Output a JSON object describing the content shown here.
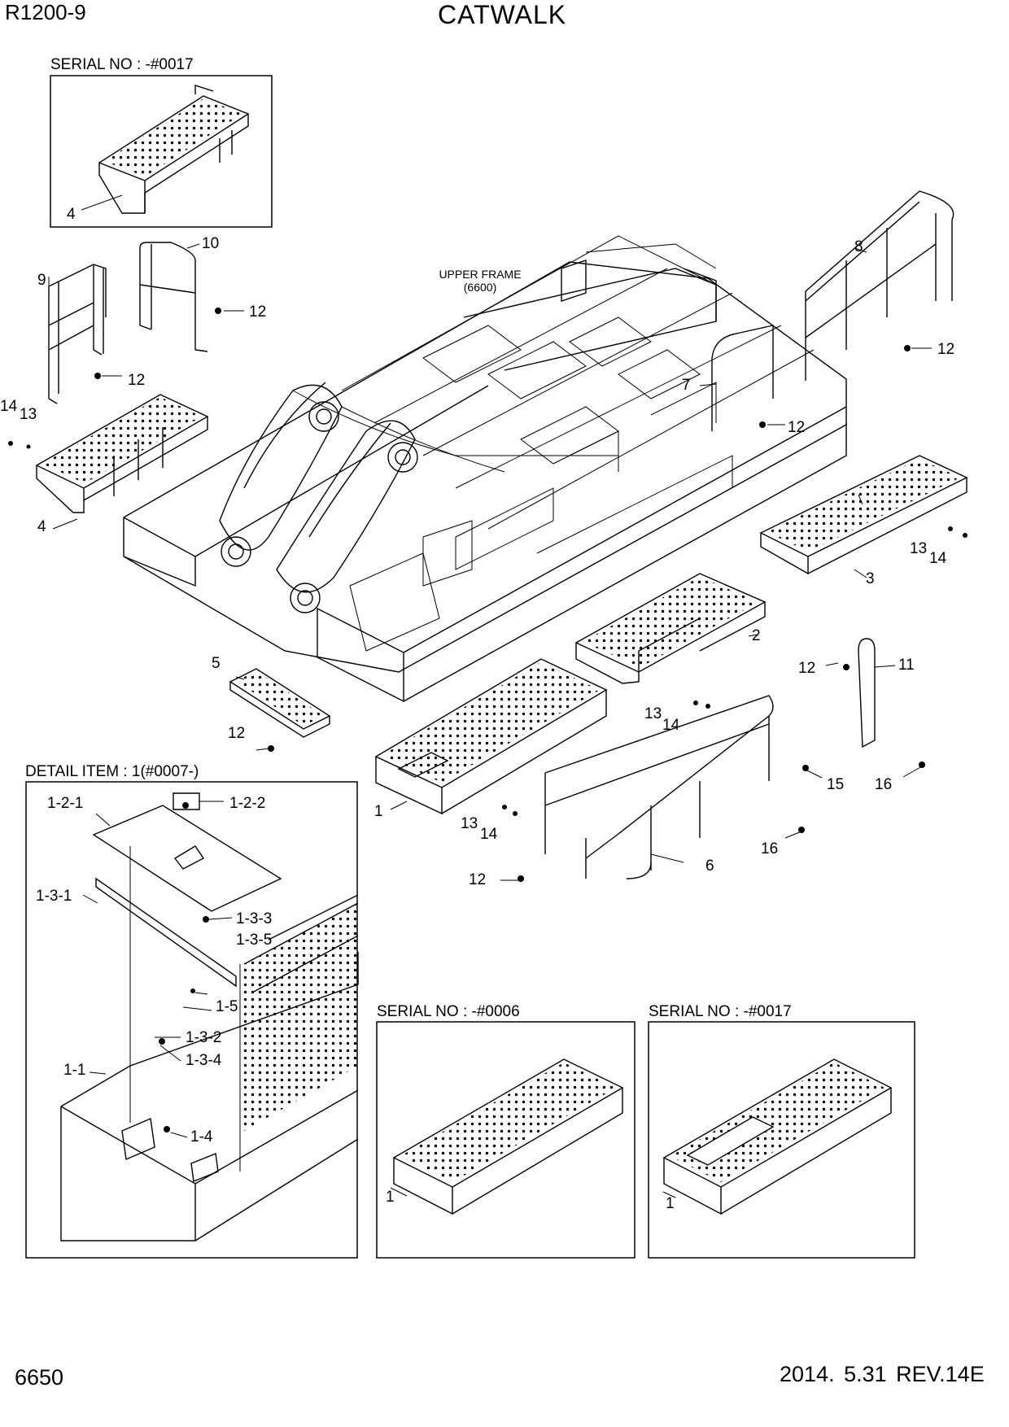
{
  "header": {
    "model": "R1200-9",
    "title": "CATWALK"
  },
  "footer": {
    "page_number": "6650",
    "date_rev": "2014. 5.31  REV.14E"
  },
  "insets": {
    "top_left": "SERIAL NO : -#0017",
    "detail": "DETAIL ITEM : 1(#0007-)",
    "bottom_mid": "SERIAL NO : -#0006",
    "bottom_right": "SERIAL NO : -#0017"
  },
  "upper_frame_label": {
    "line1": "UPPER FRAME",
    "line2": "(6600)"
  },
  "callouts": {
    "c1a": "1",
    "c1b": "1",
    "c1c": "1",
    "c2": "2",
    "c3": "3",
    "c4a": "4",
    "c4b": "4",
    "c5": "5",
    "c6": "6",
    "c7": "7",
    "c8": "8",
    "c9": "9",
    "c10": "10",
    "c11": "11",
    "c12a": "12",
    "c12b": "12",
    "c12c": "12",
    "c12d": "12",
    "c12e": "12",
    "c12f": "12",
    "c12g": "12",
    "c13a": "13",
    "c13b": "13",
    "c13c": "13",
    "c13d": "13",
    "c14a": "14",
    "c14b": "14",
    "c14c": "14",
    "c14d": "14",
    "c15": "15",
    "c16a": "16",
    "c16b": "16",
    "d121": "1-2-1",
    "d122": "1-2-2",
    "d131": "1-3-1",
    "d133": "1-3-3",
    "d135": "1-3-5",
    "d15": "1-5",
    "d132": "1-3-2",
    "d134": "1-3-4",
    "d11": "1-1",
    "d14": "1-4"
  }
}
